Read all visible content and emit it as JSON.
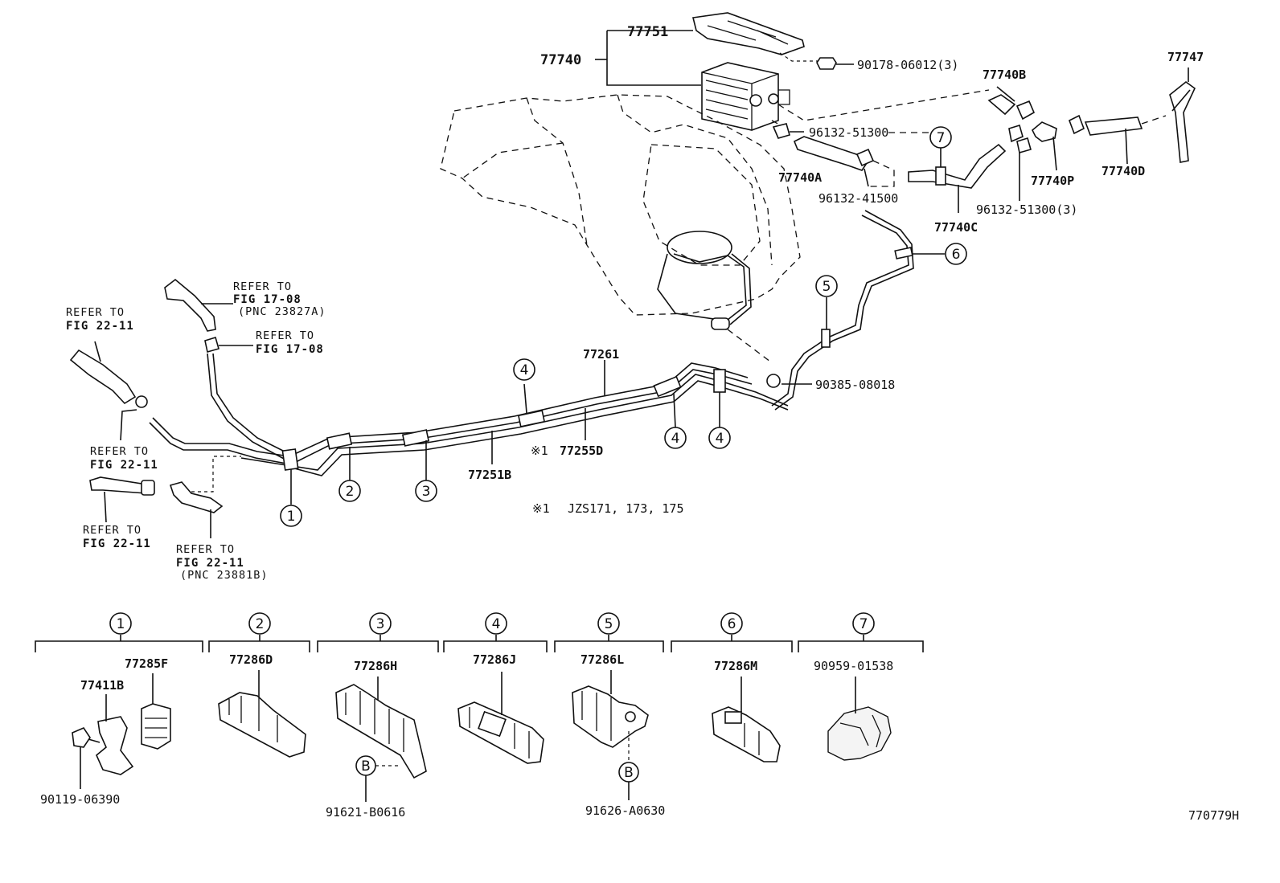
{
  "diagram": {
    "figure_code": "770779H",
    "footnote": {
      "mark": "※1",
      "text": "JZS171, 173, 175"
    },
    "parts": {
      "p77751": "77751",
      "p77740": "77740",
      "p90178": "90178-06012(3)",
      "p77740B": "77740B",
      "p77747": "77747",
      "p96132_51300": "96132-51300",
      "p77740A": "77740A",
      "p96132_41500": "96132-41500",
      "p77740C": "77740C",
      "p96132_51300_3": "96132-51300(3)",
      "p77740P": "77740P",
      "p77740D": "77740D",
      "p77261": "77261",
      "p77255D": "77255D",
      "p77255D_mark": "※1",
      "p77251B": "77251B",
      "p90385": "90385-08018"
    },
    "refs": {
      "r1_line1": "REFER TO",
      "r1_line2": "FIG 17-08",
      "r1_line3": "(PNC 23827A)",
      "r2_line1": "REFER TO",
      "r2_line2": "FIG 17-08",
      "r3_line1": "REFER TO",
      "r3_line2": "FIG 22-11",
      "r4_line1": "REFER TO",
      "r4_line2": "FIG 22-11",
      "r5_line1": "REFER TO",
      "r5_line2": "FIG 22-11",
      "r6_line1": "REFER TO",
      "r6_line2": "FIG 22-11",
      "r6_line3": "(PNC 23881B)"
    },
    "callouts": [
      "1",
      "2",
      "3",
      "4",
      "4",
      "4",
      "5",
      "6",
      "7"
    ],
    "legend": [
      {
        "num": "1",
        "parts": [
          "77285F",
          "77411B",
          "90119-06390"
        ]
      },
      {
        "num": "2",
        "parts": [
          "77286D"
        ]
      },
      {
        "num": "3",
        "parts": [
          "77286H",
          "91621-B0616"
        ],
        "letter": "B"
      },
      {
        "num": "4",
        "parts": [
          "77286J"
        ]
      },
      {
        "num": "5",
        "parts": [
          "77286L",
          "91626-A0630"
        ],
        "letter": "B"
      },
      {
        "num": "6",
        "parts": [
          "77286M"
        ]
      },
      {
        "num": "7",
        "parts": [
          "90959-01538"
        ]
      }
    ]
  }
}
